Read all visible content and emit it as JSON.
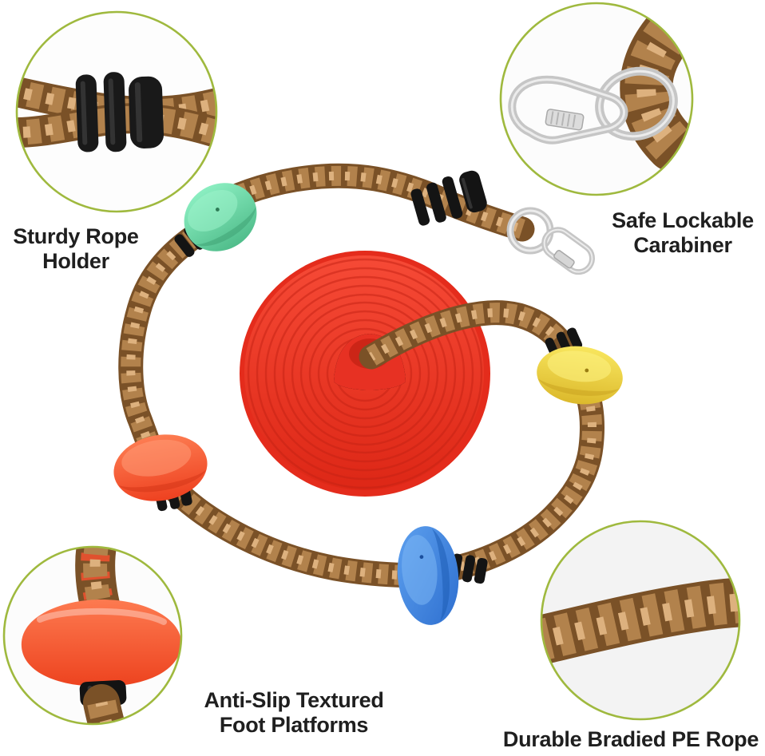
{
  "page": {
    "kind": "product-feature-annotation-image",
    "background": "#ffffff"
  },
  "callouts": [
    {
      "id": "sturdy-rope-holder",
      "position": "top-left",
      "lines": [
        "Sturdy Rope",
        "Holder"
      ]
    },
    {
      "id": "safe-lockable-carabiner",
      "position": "top-right",
      "lines": [
        "Safe Lockable",
        "Carabiner"
      ]
    },
    {
      "id": "anti-slip-foot-platforms",
      "position": "bottom-center",
      "lines": [
        "Anti-Slip Textured",
        "Foot Platforms"
      ]
    },
    {
      "id": "durable-braided-pe-rope",
      "position": "bottom-right",
      "lines": [
        "Durable Bradied PE Rope"
      ]
    }
  ],
  "product": {
    "name": "climbing rope swing with platforms",
    "seat_disc_color": "#ee3526",
    "platform_colors": [
      "#6fd9a4",
      "#f2d24b",
      "#3f87e0",
      "#f95b38"
    ],
    "rope_color": "#a5733f",
    "clamp_color": "#141414",
    "metal_color": "#c6c6c6"
  },
  "colors": {
    "callout_border": "#9fb93e",
    "label_text": "#1f1f1f"
  }
}
